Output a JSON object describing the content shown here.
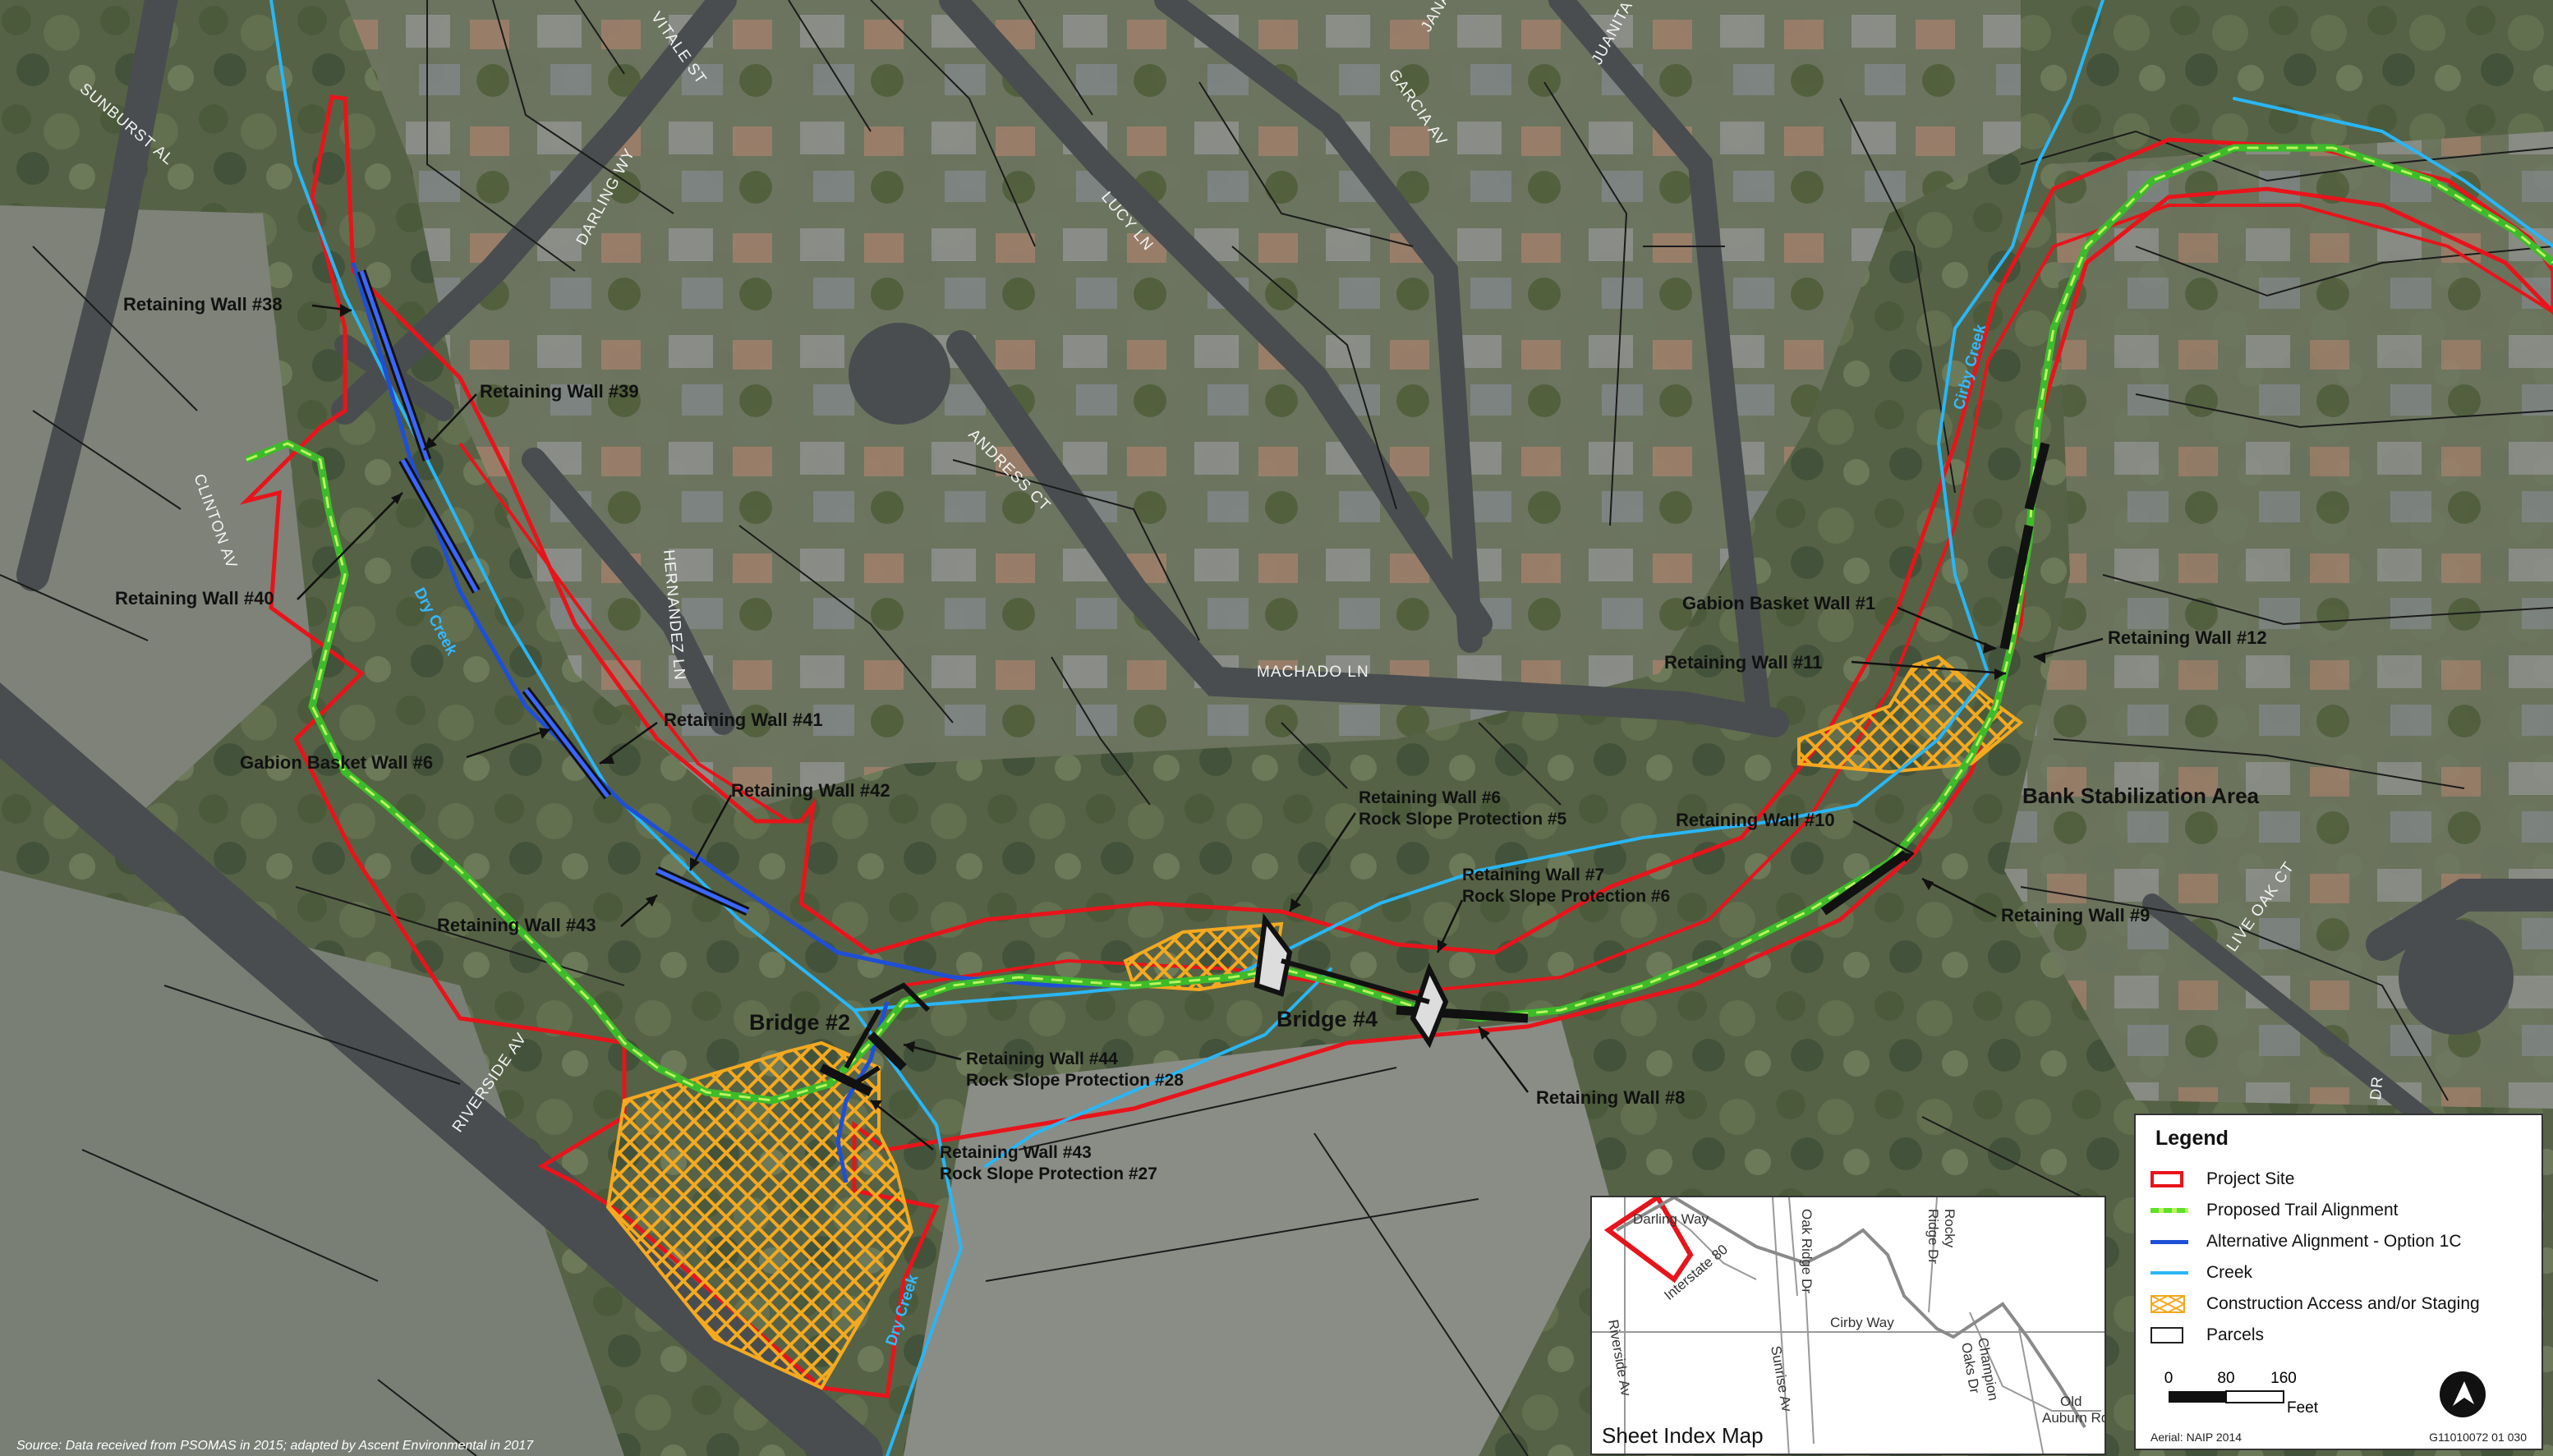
{
  "map": {
    "labels": {
      "rw38": "Retaining Wall #38",
      "rw39": "Retaining Wall #39",
      "rw40": "Retaining Wall #40",
      "rw41": "Retaining Wall #41",
      "gbw6": "Gabion Basket Wall #6",
      "rw42": "Retaining Wall #42",
      "rw43a": "Retaining Wall #43",
      "bridge2": "Bridge #2",
      "rw44": "Retaining Wall #44",
      "rsp28": "Rock Slope Protection #28",
      "rw43b": "Retaining Wall #43",
      "rsp27": "Rock Slope Protection #27",
      "rw6": "Retaining Wall #6",
      "rsp5": "Rock Slope Protection #5",
      "rw7": "Retaining Wall #7",
      "rsp6": "Rock Slope Protection #6",
      "bridge4": "Bridge #4",
      "rw8": "Retaining Wall #8",
      "gbw1": "Gabion Basket Wall #1",
      "rw11": "Retaining Wall #11",
      "rw12": "Retaining Wall #12",
      "rw10": "Retaining Wall #10",
      "bsa": "Bank Stabilization Area",
      "rw9": "Retaining Wall #9"
    },
    "streets": {
      "sunburst": "SUNBURST AL",
      "vitale": "VITALE ST",
      "darling": "DARLING WY",
      "lucy": "LUCY LN",
      "garcia": "GARCIA AV",
      "jana": "JANA CT",
      "juanita": "JUANITA WY",
      "clinton": "CLINTON AV",
      "andress": "ANDRESS CT",
      "hernandez": "HERNANDEZ LN",
      "machado": "MACHADO LN",
      "riverside": "RIVERSIDE AV",
      "liveoak": "LIVE OAK CT",
      "dr": "DR"
    },
    "creeks": {
      "dry1": "Dry Creek",
      "dry2": "Dry Creek",
      "cirby": "Cirby Creek"
    }
  },
  "legend": {
    "title": "Legend",
    "items": [
      {
        "label": "Project Site",
        "color": "#e8141b"
      },
      {
        "label": "Proposed Trail Alignment",
        "color": "#5ee02a"
      },
      {
        "label": "Alternative Alignment - Option 1C",
        "color": "#1f4fd6"
      },
      {
        "label": "Creek",
        "color": "#29b6f6"
      },
      {
        "label": "Construction Access and/or Staging",
        "color": "#f0a81e"
      },
      {
        "label": "Parcels",
        "color": "#222222"
      }
    ],
    "scale": {
      "ticks": [
        "0",
        "80",
        "160"
      ],
      "unit": "Feet"
    },
    "aerial_note": "Aerial: NAIP 2014",
    "figure_id": "G11010072 01 030"
  },
  "index_map": {
    "title": "Sheet Index Map",
    "labels": {
      "darling": "Darling Way",
      "interstate": "Interstate 80",
      "riverside": "Riverside Av",
      "sunrise": "Sunrise Av",
      "cirby": "Cirby Way",
      "oakridge": "Oak Ridge Dr",
      "rocky1": "Rocky",
      "rocky2": "Ridge Dr",
      "champion1": "Champion",
      "champion2": "Oaks Dr",
      "oldauburn1": "Old",
      "oldauburn2": "Auburn Rd"
    }
  },
  "source_note": "Source: Data received from PSOMAS in 2015; adapted by Ascent Environmental in 2017"
}
